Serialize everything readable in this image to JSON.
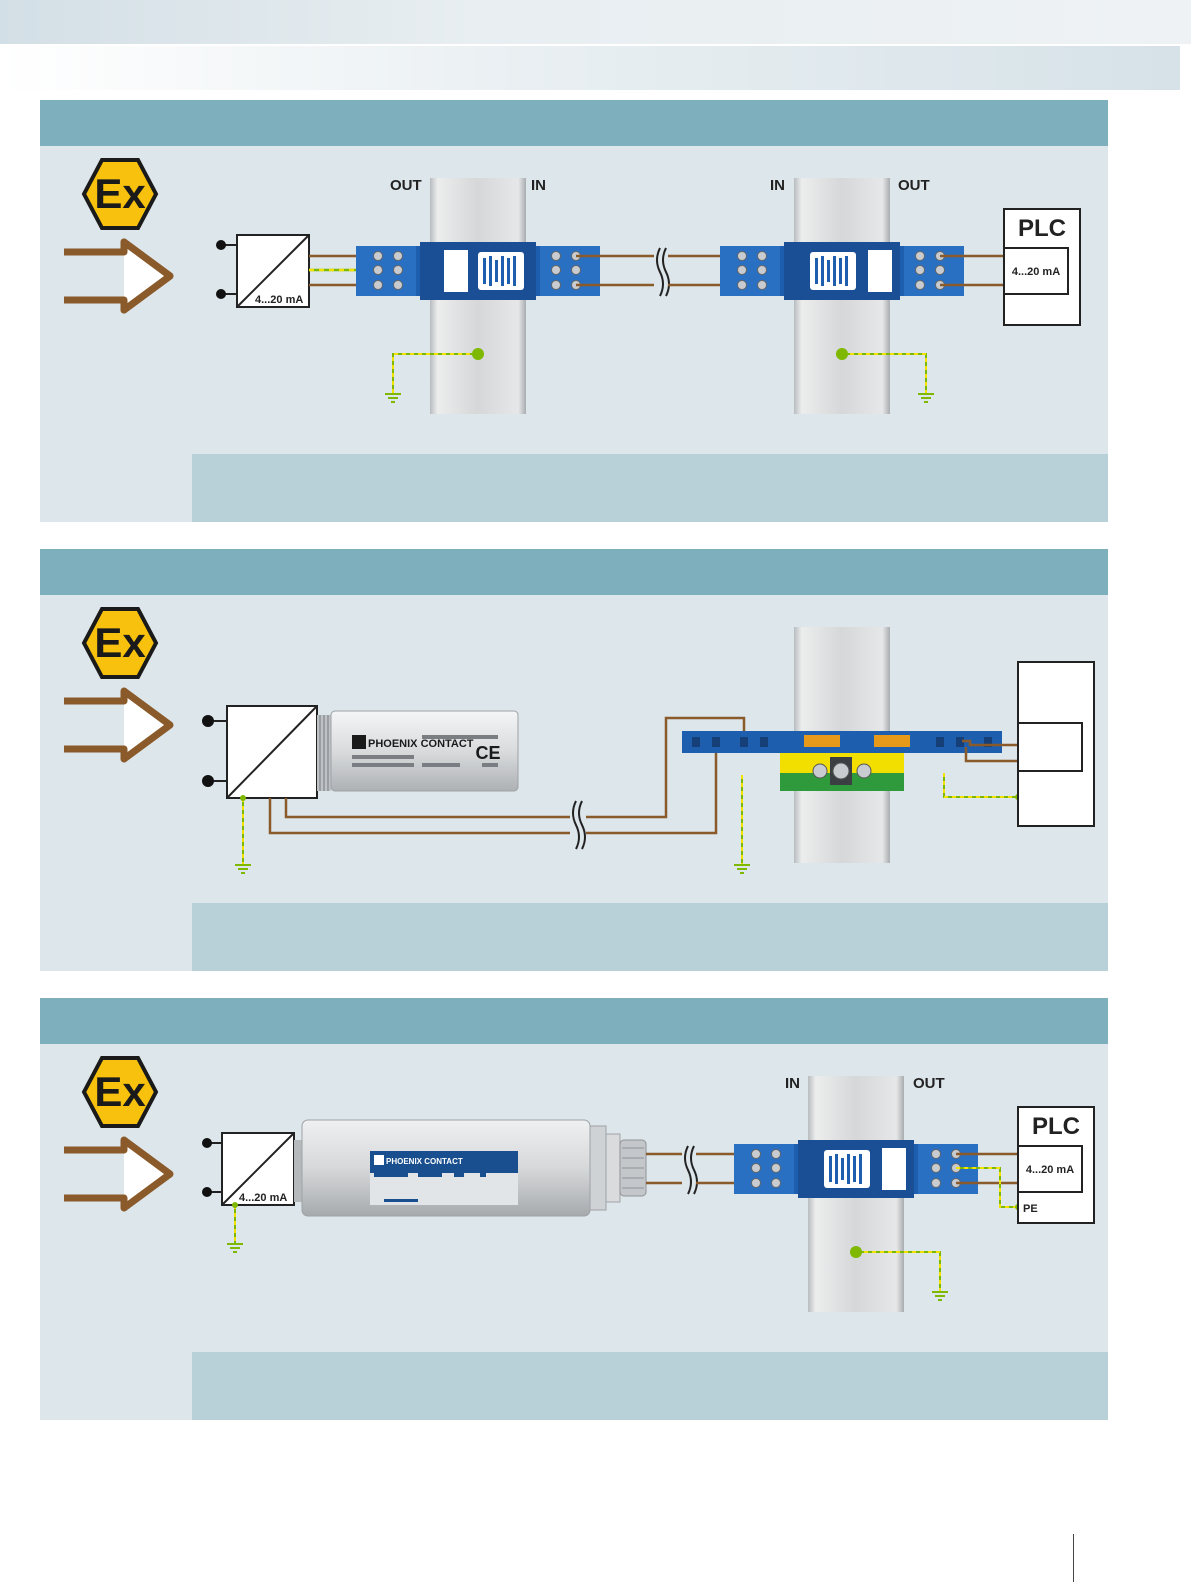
{
  "colors": {
    "panel_head": "#7eafbc",
    "panel_bg": "#dde6ea",
    "panel_foot": "#b8d0d8",
    "module_blue": "#1d5fae",
    "wire_brown": "#8a5a2a",
    "earth_green": "#7fb800",
    "ex_yellow": "#f7c10d"
  },
  "icons": [
    "ex-hazard-icon",
    "explosion-arrow-icon",
    "earth-ground-icon",
    "din-rail"
  ],
  "panels": [
    {
      "in_label": "IN",
      "out_label_left": "OUT",
      "in_label_right": "IN",
      "out_label_right": "OUT",
      "transmitter_label": "4...20 mA",
      "plc_title": "PLC",
      "plc_signal": "4...20 mA"
    },
    {
      "transmitter_label": "",
      "brand": "PHOENIX CONTACT",
      "ce_mark": "CE"
    },
    {
      "in_label": "IN",
      "out_label": "OUT",
      "transmitter_label": "4...20 mA",
      "brand": "PHOENIX CONTACT",
      "plc_title": "PLC",
      "plc_signal": "4...20 mA",
      "plc_pe": "PE"
    }
  ]
}
